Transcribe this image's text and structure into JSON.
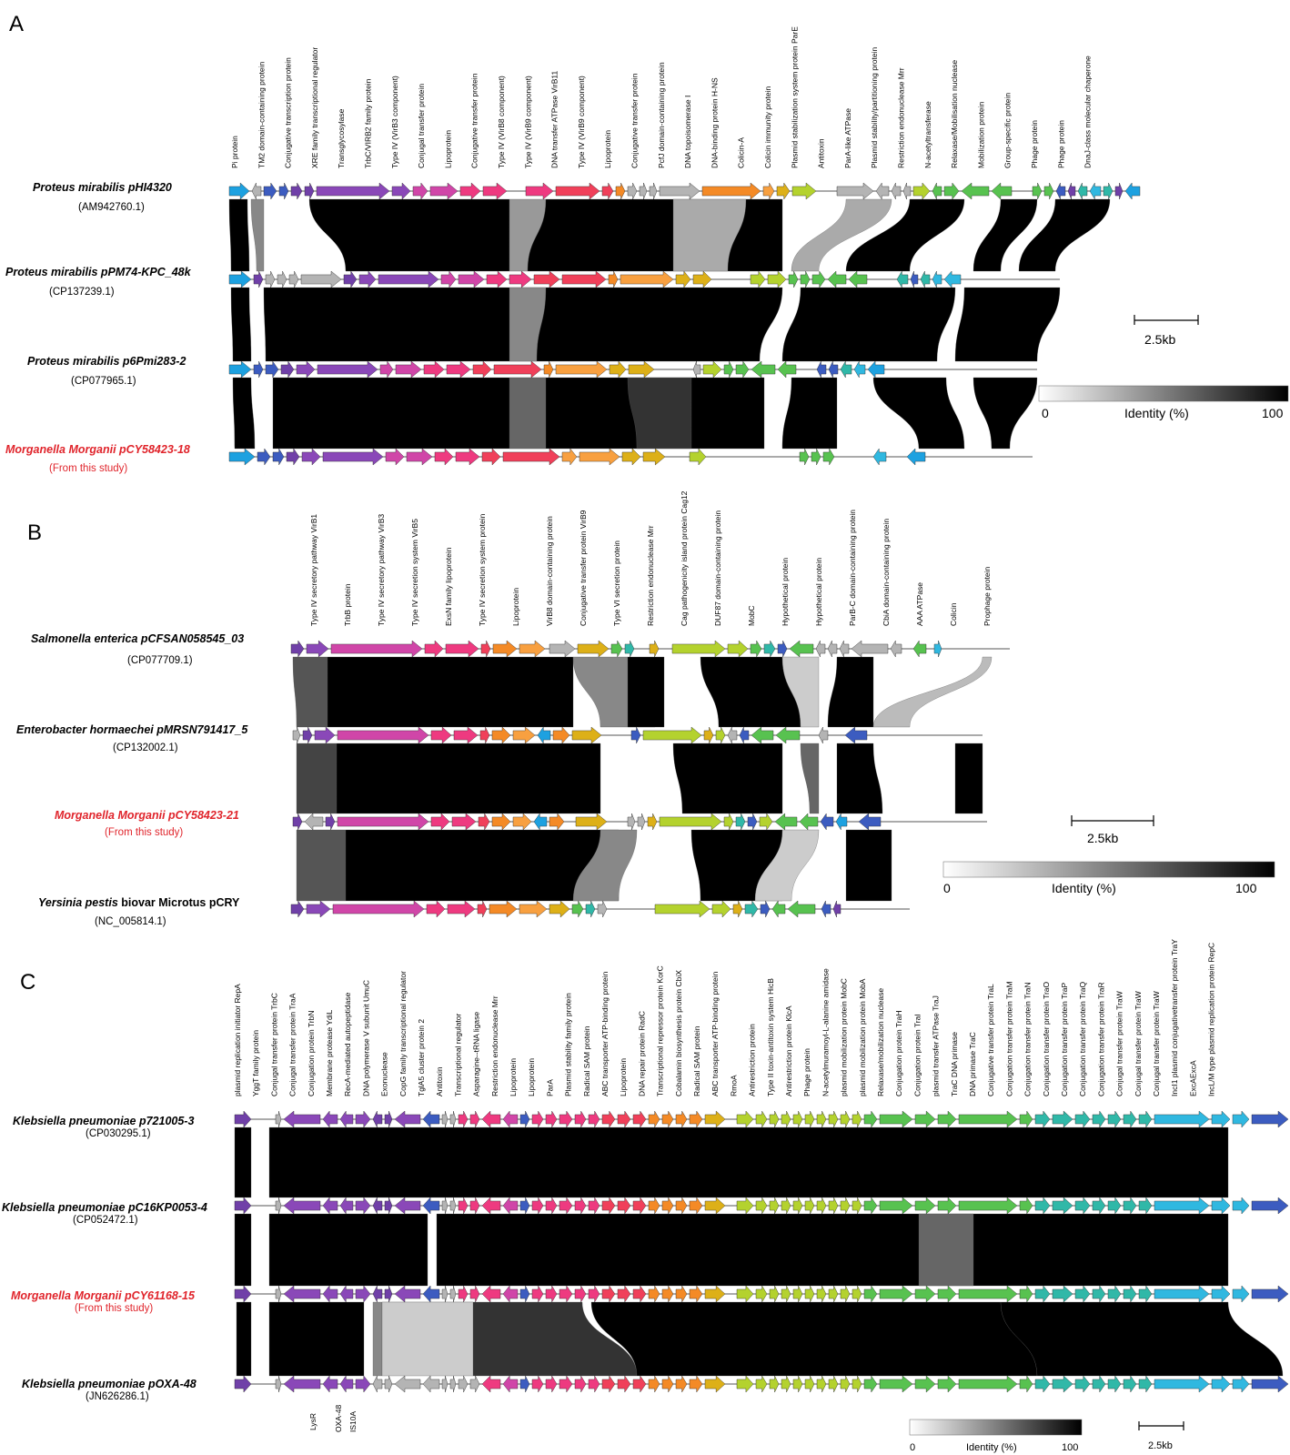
{
  "colors": {
    "cyan": "#1da1e0",
    "gray": "#b4b4b4",
    "darkgray": "#8c8c8c",
    "blue": "#3c5cc0",
    "purple": "#8a48b8",
    "violet": "#7040a8",
    "magenta": "#d046a8",
    "pink": "#ee3a80",
    "red": "#f0405a",
    "orange": "#f48a26",
    "lorange": "#f8a040",
    "gold": "#ddb018",
    "lime": "#b4d22e",
    "green": "#58c250",
    "teal": "#30b8a8",
    "sky": "#30b8e0",
    "highlight": "#e0242b",
    "identity_high": "#000000",
    "identity_low": "#ffffff"
  },
  "panels": [
    {
      "letter": "A",
      "tracks": [
        {
          "name_bold": "Proteus mirabilis",
          "name_plasmid": "pHI4320",
          "accession": "(AM942760.1)",
          "highlight": false
        },
        {
          "name_bold": "Proteus mirabilis",
          "name_plasmid": "pPM74-KPC_48k",
          "accession": "(CP137239.1)",
          "highlight": false
        },
        {
          "name_bold": "Proteus mirabilis",
          "name_plasmid": "p6Pmi283-2",
          "accession": "(CP077965.1)",
          "highlight": false
        },
        {
          "name_bold": "Morganella Morganii",
          "name_plasmid": "pCY58423-18",
          "accession": "(From this study)",
          "highlight": true
        }
      ],
      "gene_labels": [
        "Pi protein",
        "TM2 domain-containing protein",
        "Conjugative transcription protein",
        "XRE family transcriptional regulator",
        "Transglycosylase",
        "TrbC/VIRB2 family protein",
        "Type IV (VirB3 component)",
        "Conjugal transfer protein",
        "Lipoprotein",
        "Conjugative transfer protein",
        "Type IV (VirB8 component)",
        "Type IV (VirB9 component)",
        "DNA transfer ATPase VirB11",
        "Type IV (VirB9 component)",
        "Lipoprotein",
        "Conjugative transfer protein",
        "PcfJ domain-containing protein",
        "DNA topoisomerase I",
        "DNA-binding protein H-NS",
        "Colicin-A",
        "Colicin immunity protein",
        "Plasmid stabilization system protein ParE",
        "Antitoxin",
        "ParA-like ATPase",
        "Plasmid stability/partitioning protein",
        "Restriction endonuclease Mrr",
        "N-acetyltransferase",
        "Relaxase/Mobilisation nuclease",
        "Mobilization protein",
        "Group-specific protein",
        "Phage protein",
        "Phage protein",
        "DnaJ-class molecular chaperone"
      ],
      "legend": {
        "min": "0",
        "max": "100",
        "title": "Identity (%)"
      },
      "scale": "2.5kb"
    },
    {
      "letter": "B",
      "tracks": [
        {
          "name_bold": "Salmonella enterica",
          "name_plasmid": "pCFSAN058545_03",
          "accession": "(CP077709.1)",
          "highlight": false
        },
        {
          "name_bold": "Enterobacter hormaechei",
          "name_plasmid": "pMRSN791417_5",
          "accession": "(CP132002.1)",
          "highlight": false
        },
        {
          "name_bold": "Morganella Morganii",
          "name_plasmid": "pCY58423-21",
          "accession": "(From this study)",
          "highlight": true
        },
        {
          "name_bold": "Yersinia pestis",
          "name_mid": "biovar",
          "name_plasmid": "Microtus pCRY",
          "accession": "(NC_005814.1)",
          "highlight": false
        }
      ],
      "gene_labels": [
        "Type IV secretory pathway VirB1",
        "TrbB protein",
        "Type IV secretory pathway VirB3",
        "Type IV secretion system VirB5",
        "ExsN family lipoprotein",
        "Type IV secretion system protein",
        "Lipoprotein",
        "VirB8 domain-containing protein",
        "Conjugative transfer protein VirB9",
        "Type VI secretion protein",
        "Restriction endonuclease Mrr",
        "Cag pathogenicity island protein Cag12",
        "DUF87 domain-containing protein",
        "MobC",
        "Hypothetical protein",
        "Hypothetical protein",
        "ParB-C domain-containing protein",
        "CbiA domain-containing protein",
        "AAA ATPase",
        "Colicin",
        "Prophage protein"
      ],
      "legend": {
        "min": "0",
        "max": "100",
        "title": "Identity (%)"
      },
      "scale": "2.5kb"
    },
    {
      "letter": "C",
      "tracks": [
        {
          "name_bold": "Klebsiella pneumoniae",
          "name_plasmid": "p721005-3",
          "accession": "(CP030295.1)",
          "highlight": false
        },
        {
          "name_bold": "Klebsiella pneumoniae",
          "name_plasmid": "pC16KP0053-4",
          "accession": "(CP052472.1)",
          "highlight": false
        },
        {
          "name_bold": "Morganella Morganii",
          "name_plasmid": "pCY61168-15",
          "accession": "(From this study)",
          "highlight": true
        },
        {
          "name_bold": "Klebsiella pneumoniae",
          "name_plasmid": "pOXA-48",
          "accession": "(JN626286.1)",
          "highlight": false
        }
      ],
      "gene_labels": [
        "plasmid replication initiator RepA",
        "YggT family protein",
        "Conjugal transfer protein TrbC",
        "Conjugal transfer protein TraA",
        "Conjugation protein TrbN",
        "Membrane protease YdiL",
        "RecA-mediated autopeptidase",
        "DNA polymerase V subunit UmuC",
        "Exonuclease",
        "CopG family transcriptional regulator",
        "TglA5 cluster protein 2",
        "Antitoxin",
        "Transcriptional regulator",
        "Asparagine--tRNA ligase",
        "Restriction endonuclease Mrr",
        "Lipoprotein",
        "Lipoprotein",
        "ParA",
        "Plasmid stability family protein",
        "Radical SAM protein",
        "ABC transporter ATP-binding protein",
        "Lipoprotein",
        "DNA repair protein RadC",
        "Transcriptional repressor protein KorC",
        "Cobalamin biosynthesis protein CbiX",
        "Radical SAM protein",
        "ABC transporter ATP-binding protein",
        "RmoA",
        "Antirestriction protein",
        "Type II toxin-antitoxin system HicB",
        "Antirestriction protein KlcA",
        "Phage protein",
        "N-acetylmuramoyl-L-alanine amidase",
        "plasmid mobilization protein MobC",
        "plasmid mobilization protein MobA",
        "Relaxase/mobilization nuclease",
        "Conjugation protein TraH",
        "Conjugation protein TraI",
        "plasmid transfer ATPase TraJ",
        "TraC DNA primase",
        "DNA primase TraC",
        "Conjugative transfer protein TraL",
        "Conjugation transfer protein TraM",
        "Conjugation transfer protein TraN",
        "Conjugation transfer protein TraO",
        "Conjugation transfer protein TraP",
        "Conjugation transfer protein TraQ",
        "Conjugation transfer protein TraR",
        "Conjugal transfer protein TraW",
        "Conjugal transfer protein TraW",
        "Conjugal transfer protein TraW",
        "IncI1 plasmid conjugativetransfer protein TraY",
        "ExcAExcA",
        "IncL/M type plasmid replication protein RepC"
      ],
      "bottom_labels": [
        "LysR",
        "OXA-48",
        "IS10A"
      ],
      "legend": {
        "min": "0",
        "max": "100",
        "title": "Identity (%)"
      },
      "scale": "2.5kb"
    }
  ]
}
